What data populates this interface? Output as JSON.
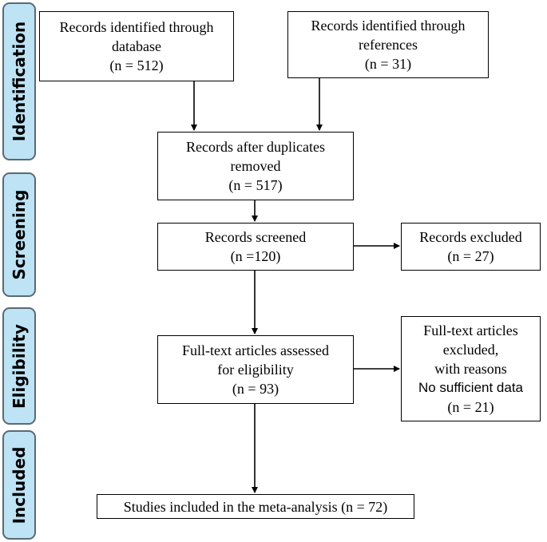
{
  "stages": [
    {
      "id": "identification",
      "label": "Identification"
    },
    {
      "id": "screening",
      "label": "Screening"
    },
    {
      "id": "eligibility",
      "label": "Eligibility"
    },
    {
      "id": "included",
      "label": "Included"
    }
  ],
  "boxes": {
    "database": {
      "line1": "Records identified through",
      "line2": "database",
      "line3": "(n = 512)"
    },
    "references": {
      "line1": "Records identified through",
      "line2": "references",
      "line3": "(n = 31)"
    },
    "duplicates": {
      "line1": "Records after duplicates",
      "line2": "removed",
      "line3": "(n = 517)"
    },
    "screened": {
      "line1": "Records screened",
      "line2": "(n =120)"
    },
    "excluded": {
      "line1": "Records excluded",
      "line2": "(n = 27)"
    },
    "fulltext": {
      "line1": "Full-text articles assessed",
      "line2": "for eligibility",
      "line3": "(n = 93)"
    },
    "fulltext_excluded": {
      "line1": "Full-text articles",
      "line2": "excluded,",
      "line3": "with reasons",
      "line4": "No sufficient data",
      "line5": "(n = 21)"
    },
    "included": {
      "line1": "Studies included in the meta-analysis (n = 72)"
    }
  }
}
